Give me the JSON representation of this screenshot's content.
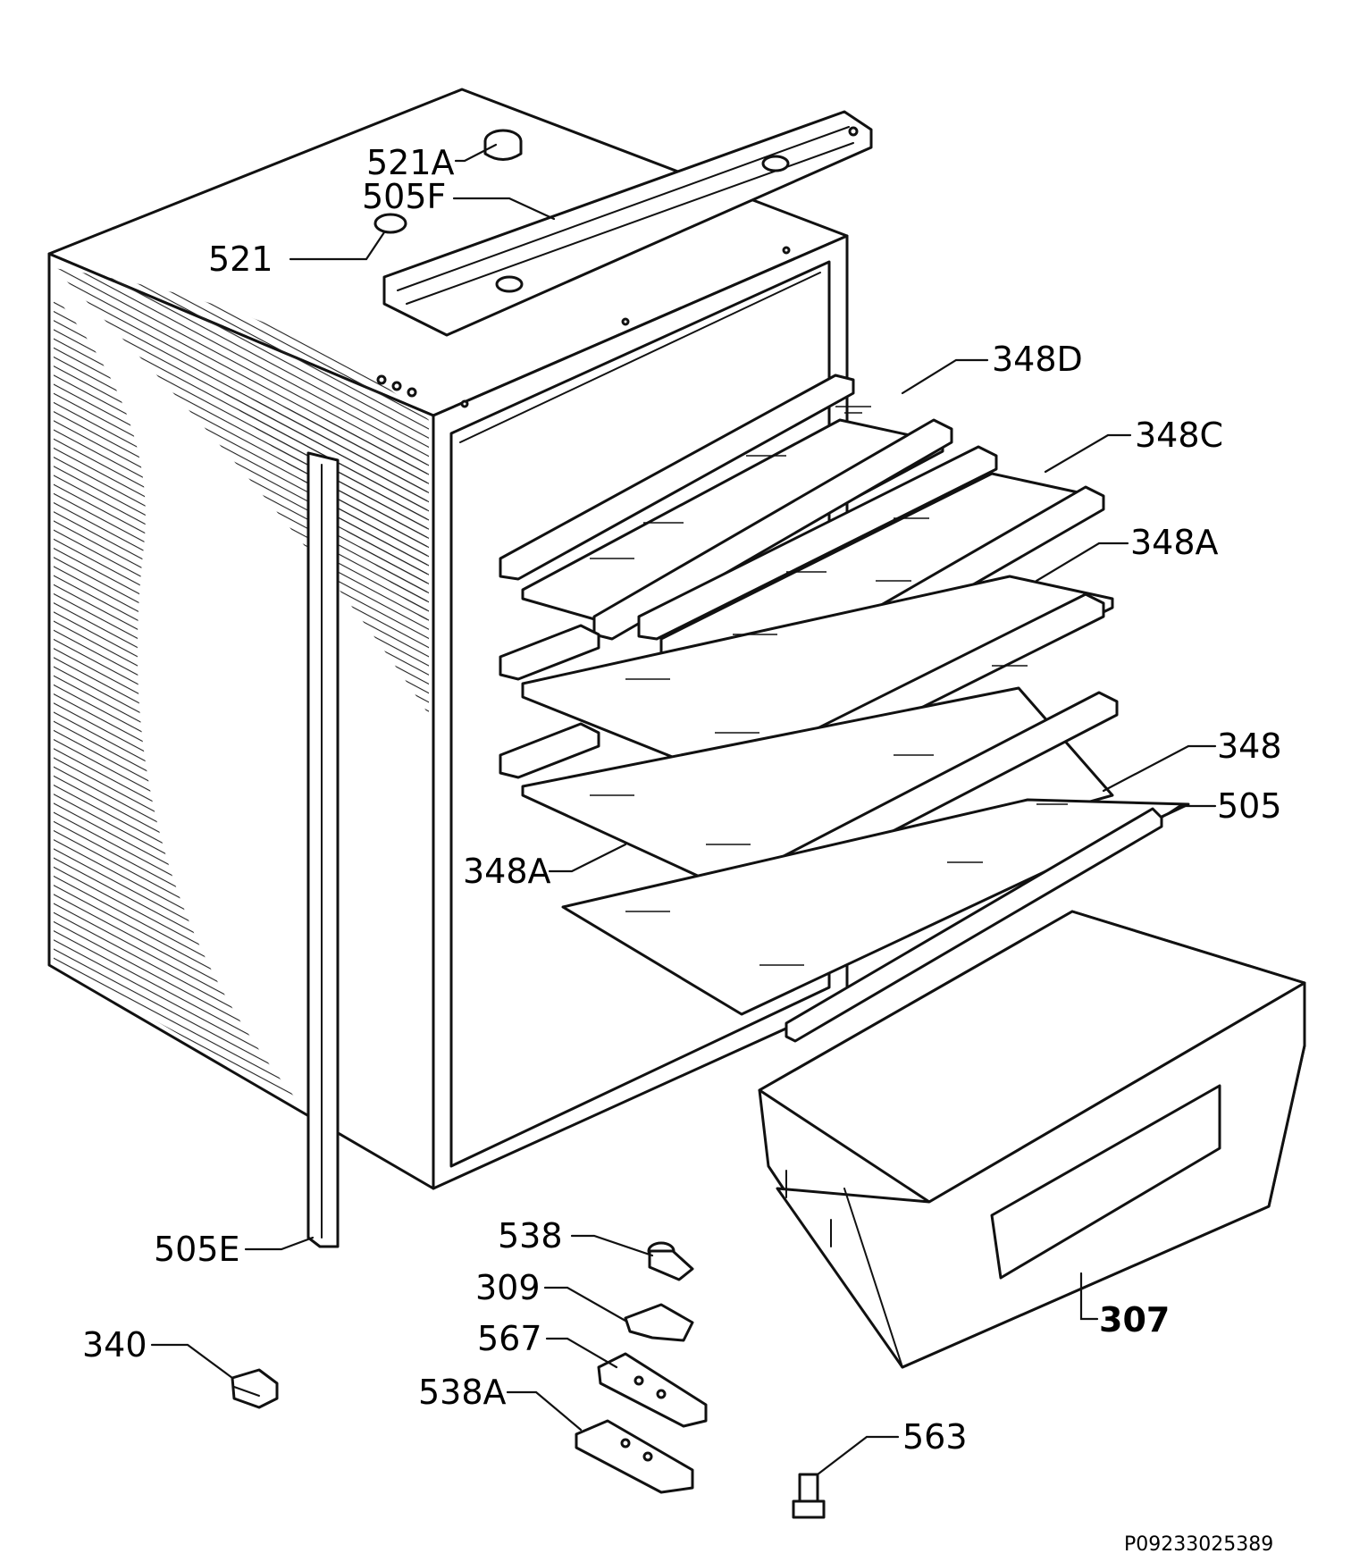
{
  "labels": {
    "p521A": "521A",
    "p505F": "505F",
    "p521": "521",
    "p348D": "348D",
    "p348C": "348C",
    "p348A_upper": "348A",
    "p348": "348",
    "p505": "505",
    "p348A_lower": "348A",
    "p505E": "505E",
    "p538": "538",
    "p309": "309",
    "p567": "567",
    "p538A": "538A",
    "p340": "340",
    "p307": "307",
    "p563": "563"
  },
  "drawing_code": "P09233025389",
  "colors": {
    "ink": "#111111",
    "paper": "#ffffff"
  }
}
